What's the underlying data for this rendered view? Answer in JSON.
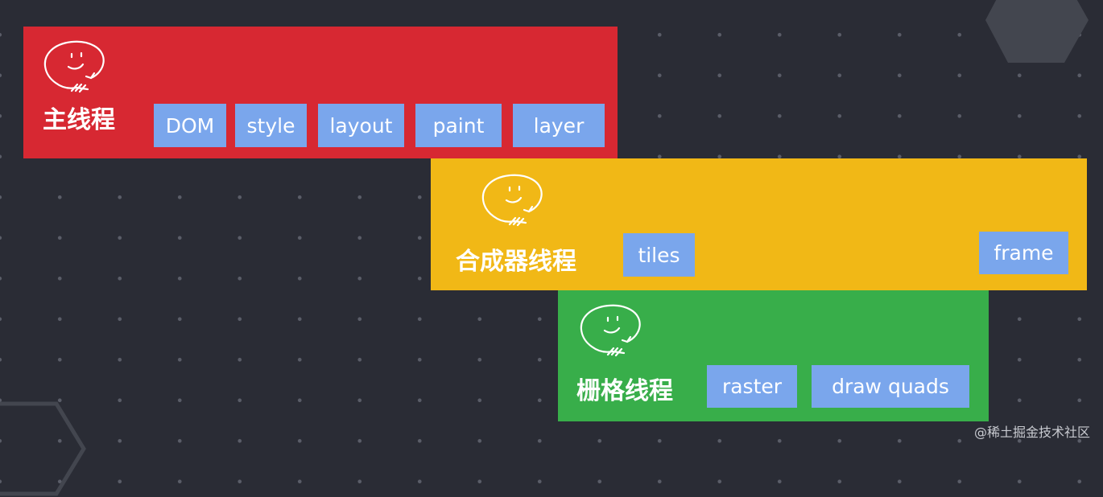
{
  "panels": {
    "main": {
      "title": "主线程",
      "color": "#d72832",
      "chips": [
        "DOM",
        "style",
        "layout",
        "paint",
        "layer"
      ]
    },
    "compositor": {
      "title": "合成器线程",
      "color": "#f1b816",
      "chips": [
        "tiles",
        "frame"
      ]
    },
    "raster": {
      "title": "栅格线程",
      "color": "#38ae4a",
      "chips": [
        "raster",
        "draw quads"
      ]
    }
  },
  "chip_color": "#7aa6ec",
  "background_color": "#2a2c35",
  "icon": "smiley-speech-bubble-icon",
  "watermark": "@稀土掘金技术社区"
}
